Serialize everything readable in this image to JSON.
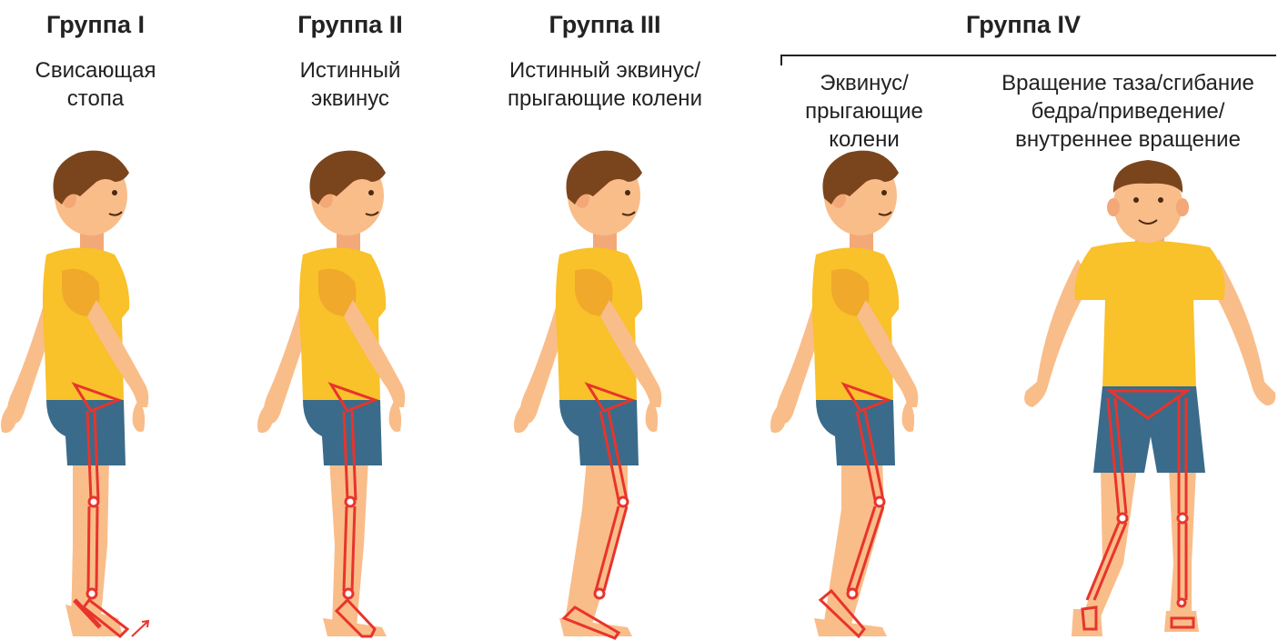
{
  "groups": [
    {
      "title": "Группа I",
      "subtitle_lines": [
        "Свисающая",
        "стопа"
      ]
    },
    {
      "title": "Группа II",
      "subtitle_lines": [
        "Истинный",
        "эквинус"
      ]
    },
    {
      "title": "Группа III",
      "subtitle_lines": [
        "Истинный эквинус/",
        "прыгающие колени"
      ]
    },
    {
      "title": "Группа IV",
      "subgroups": [
        {
          "subtitle_lines": [
            "Эквинус/",
            "прыгающие",
            "колени"
          ]
        },
        {
          "subtitle_lines": [
            "Вращение таза/сгибание",
            "бедра/приведение/",
            "внутреннее вращение"
          ]
        }
      ]
    }
  ],
  "colors": {
    "skin": "#f9bd8a",
    "skin_shade": "#f3a877",
    "hair": "#7a451d",
    "shirt": "#f9c12a",
    "shirt_shade": "#f0a92a",
    "shorts": "#3a6b8a",
    "skeleton": "#e8342c"
  }
}
